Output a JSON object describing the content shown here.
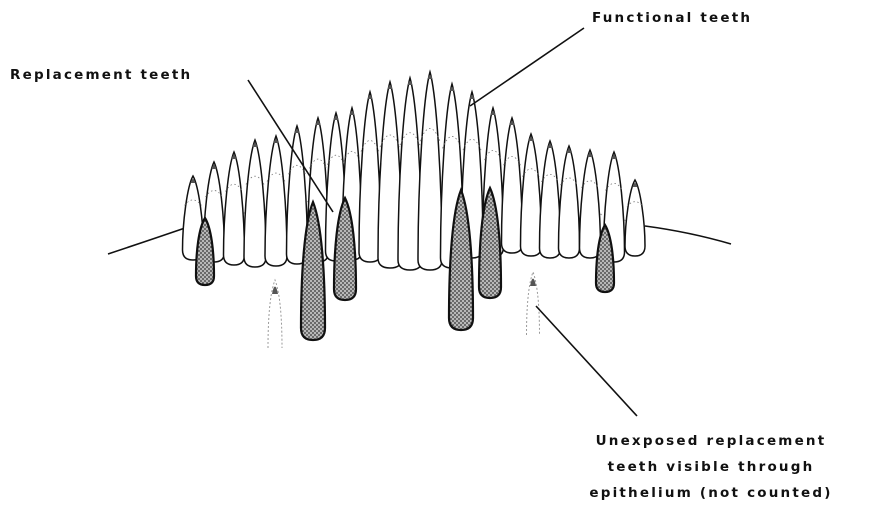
{
  "labels": {
    "functional_teeth": "Functional teeth",
    "replacement_teeth": "Replacement teeth",
    "unexposed": [
      "Unexposed replacement",
      "teeth visible through",
      "epithelium (not counted)"
    ]
  },
  "colors": {
    "ink": "#111111",
    "tooth_fill": "#ffffff",
    "replacement_fill": "#9a9a9a",
    "tip_fill": "#555555"
  }
}
